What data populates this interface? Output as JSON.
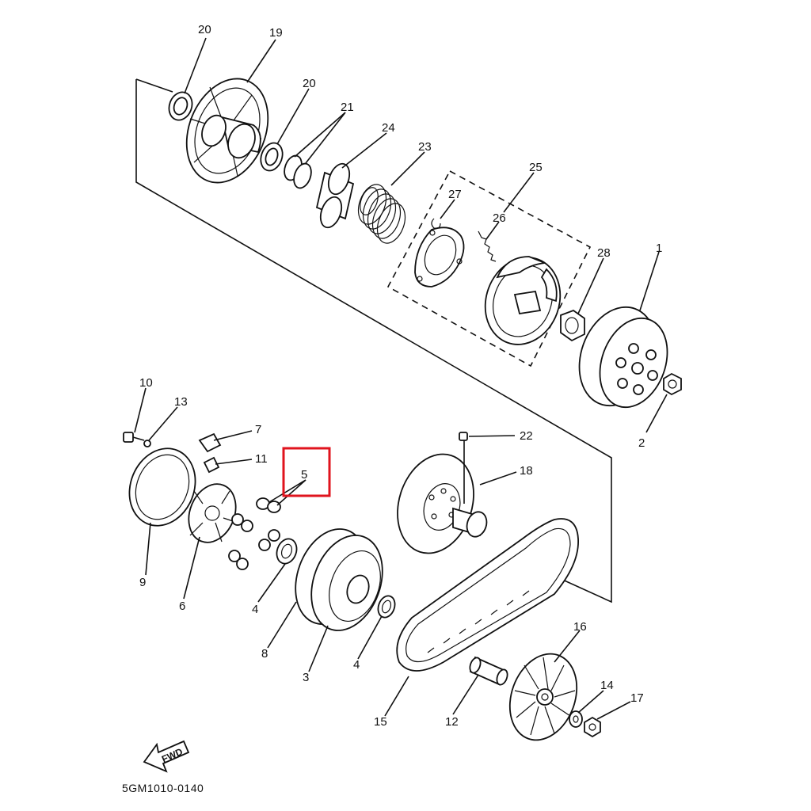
{
  "diagram_code": "5GM1010-0140",
  "fwd_label": "FWD",
  "highlight_color": "#e0141e",
  "callouts": {
    "c1": "1",
    "c2": "2",
    "c3": "3",
    "c4a": "4",
    "c4b": "4",
    "c5": "5",
    "c6": "6",
    "c7": "7",
    "c8": "8",
    "c9": "9",
    "c10": "10",
    "c11": "11",
    "c12": "12",
    "c13": "13",
    "c14": "14",
    "c15": "15",
    "c16": "16",
    "c17": "17",
    "c18": "18",
    "c19": "19",
    "c20a": "20",
    "c20b": "20",
    "c21": "21",
    "c22": "22",
    "c23": "23",
    "c24": "24",
    "c25": "25",
    "c26": "26",
    "c27": "27",
    "c28": "28"
  }
}
